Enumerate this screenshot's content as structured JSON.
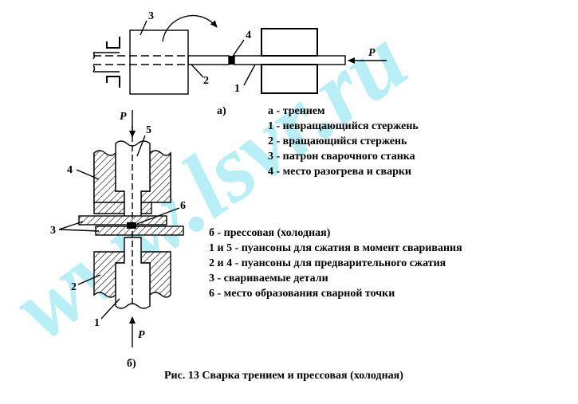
{
  "watermark": "www.lsvr.ru",
  "diagram_a": {
    "label": "а)",
    "force_label": "P",
    "callouts": [
      "3",
      "4",
      "2",
      "1"
    ],
    "legend": [
      "а - трением",
      "1 - невращающийся стержень",
      "2 - вращающийся стержень",
      "3 - патрон сварочного станка",
      "4 - место разогрева и сварки"
    ]
  },
  "diagram_b": {
    "label": "б)",
    "force_top_label": "P",
    "force_bottom_label": "P",
    "callouts": [
      "5",
      "4",
      "6",
      "3",
      "2",
      "1"
    ],
    "legend": [
      "б - прессовая (холодная)",
      "1 и 5 - пуансоны для сжатия в момент сваривания",
      "2 и 4 - пуансоны для предварительного сжатия",
      "3 - свариваемые детали",
      "6 - место образования сварной точки"
    ]
  },
  "caption": "Рис. 13  Сварка трением и прессовая (холодная)"
}
